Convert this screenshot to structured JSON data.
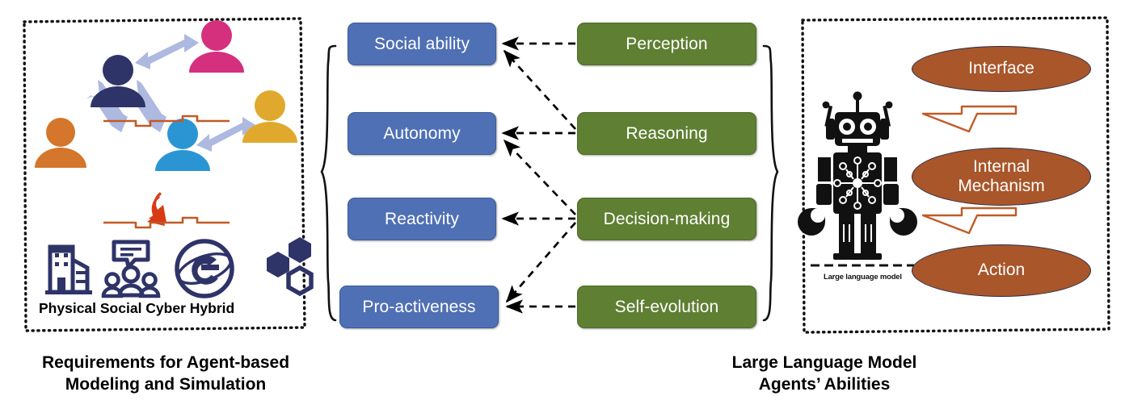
{
  "figure": {
    "type": "diagram",
    "title": "",
    "panels": [
      "Requirements for Agent-based Modeling and Simulation",
      "Large Language Model Agents' Abilities"
    ]
  },
  "left_panel": {
    "name": "requirements-panel",
    "caption": "Requirements for Agent-based\nModeling and Simulation",
    "caption_line1": "Requirements for Agent-based",
    "caption_line2": "Modeling and Simulation",
    "agents": [
      {
        "id": "agent-center",
        "color": "#2E3468"
      },
      {
        "id": "agent-pink",
        "color": "#D4307E"
      },
      {
        "id": "agent-orange",
        "color": "#D4762B"
      },
      {
        "id": "agent-blue",
        "color": "#2B95D4"
      },
      {
        "id": "agent-yellow",
        "color": "#E0A92E"
      }
    ],
    "arrow_color": "#AEB9E0",
    "cycle_icon_color": "#D93A16",
    "domain_icons": [
      {
        "icon": "building-icon",
        "label": "Physical"
      },
      {
        "icon": "community-chat-icon",
        "label": "Social"
      },
      {
        "icon": "cyber-e-icon",
        "label": "Cyber"
      },
      {
        "icon": "hexagons-hybrid-icon",
        "label": "Hybrid"
      }
    ],
    "domain_labels_line": "Physical Social  Cyber Hybrid",
    "icon_color": "#2E3468"
  },
  "requirements": {
    "name": "requirements-column",
    "color": "#4F70B4",
    "items": [
      {
        "label": "Social ability"
      },
      {
        "label": "Autonomy"
      },
      {
        "label": "Reactivity"
      },
      {
        "label": "Pro-activeness"
      }
    ]
  },
  "abilities": {
    "name": "abilities-column",
    "color": "#5F7F33",
    "items": [
      {
        "label": "Perception"
      },
      {
        "label": "Reasoning"
      },
      {
        "label": "Decision-making"
      },
      {
        "label": "Self-evolution"
      }
    ]
  },
  "mappings": [
    {
      "from": "Perception",
      "to": "Social ability"
    },
    {
      "from": "Reasoning",
      "to": "Social ability"
    },
    {
      "from": "Reasoning",
      "to": "Autonomy"
    },
    {
      "from": "Decision-making",
      "to": "Autonomy"
    },
    {
      "from": "Decision-making",
      "to": "Reactivity"
    },
    {
      "from": "Decision-making",
      "to": "Pro-activeness"
    },
    {
      "from": "Self-evolution",
      "to": "Pro-activeness"
    }
  ],
  "right_panel": {
    "name": "llm-agent-panel",
    "caption_line1": "Large Language Model",
    "caption_line2": "Agents’ Abilities",
    "robot_label": "Large language model",
    "ellipse_color": "#A8562A",
    "arrow_color": "#C15A26",
    "stages": [
      {
        "label": "Interface"
      },
      {
        "label": "Internal\nMechanism",
        "line1": "Internal",
        "line2": "Mechanism"
      },
      {
        "label": "Action"
      }
    ]
  }
}
